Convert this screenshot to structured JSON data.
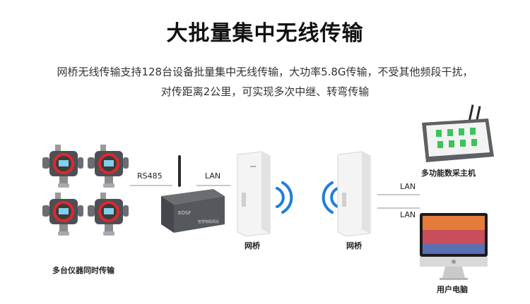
{
  "header": {
    "title": "大批量集中无线传输",
    "description_line1": "网桥无线传输支持128台设备批量集中无线传输，大功率5.8G传输，不受其他频段干扰，",
    "description_line2": "对传距离2公里，可实现多次中继、转弯传输"
  },
  "diagram": {
    "detectors_label": "多台仪器同时传输",
    "rs485_label": "RS485",
    "lan_label_1": "LAN",
    "lan_label_2": "LAN",
    "lan_label_3": "LAN",
    "bridge_label_1": "网桥",
    "bridge_label_2": "网桥",
    "host_label": "多功能数采主机",
    "pc_label": "用户电脑",
    "dtu_brand": "EOSF",
    "dtu_model": "智慧物联网关"
  },
  "colors": {
    "accent_red": "#e0272b",
    "wifi_blue": "#1e7fd8",
    "device_gray": "#4a4d52"
  }
}
